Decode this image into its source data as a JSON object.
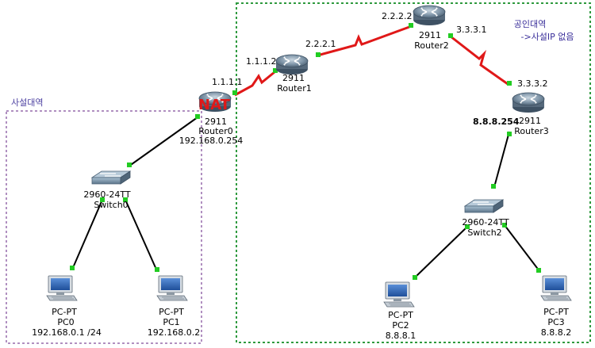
{
  "zones": {
    "private_label": "사설대역",
    "public_label_line1": "공인대역",
    "public_label_line2": "->사설IP 없음"
  },
  "nat_label": "NAT",
  "routers": [
    {
      "model": "2911",
      "name": "Router0",
      "ip": "192.168.0.254"
    },
    {
      "model": "2911",
      "name": "Router1"
    },
    {
      "model": "2911",
      "name": "Router2"
    },
    {
      "model": "2911",
      "name": "Router3"
    }
  ],
  "switches": [
    {
      "model": "2960-24TT",
      "name": "Switch0"
    },
    {
      "model": "2960-24TT",
      "name": "Switch2"
    }
  ],
  "pcs": [
    {
      "type": "PC-PT",
      "name": "PC0",
      "ip": "192.168.0.1 /24"
    },
    {
      "type": "PC-PT",
      "name": "PC1",
      "ip": "192.168.0.2"
    },
    {
      "type": "PC-PT",
      "name": "PC2",
      "ip": "8.8.8.1"
    },
    {
      "type": "PC-PT",
      "name": "PC3",
      "ip": "8.8.8.2"
    }
  ],
  "interface_ips": {
    "r0_r1_r0": "1.1.1.1",
    "r0_r1_r1": "1.1.1.2",
    "r1_r2_r1": "2.2.2.1",
    "r1_r2_r2": "2.2.2.2",
    "r2_r3_r2": "3.3.3.1",
    "r2_r3_r3": "3.3.3.2",
    "r3_lan": "8.8.8.254"
  },
  "colors": {
    "serial_link": "#e01818",
    "ethernet_link": "#000000",
    "link_dot": "#22cc22",
    "private_zone_border": "#b08fc0",
    "public_zone_border": "#2e9a3e",
    "nat_text": "#e01818",
    "pc3_ip_text": "#e01818"
  }
}
